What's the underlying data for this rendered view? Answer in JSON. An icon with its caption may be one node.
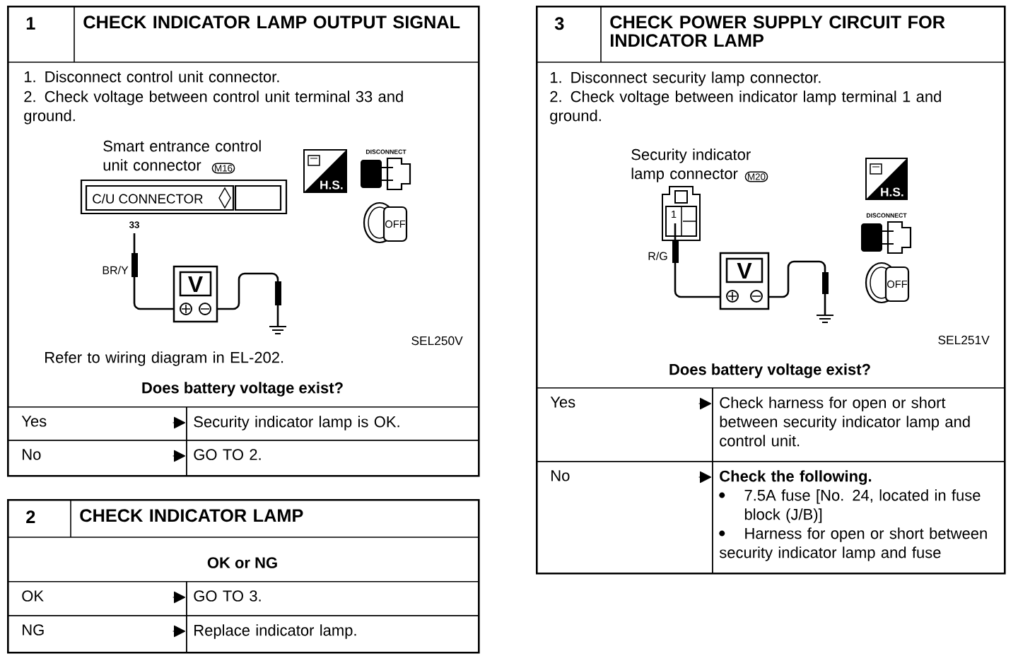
{
  "diagram": {
    "nodes": [
      {
        "text": [
          "1",
          "CHECK INDICATOR LAMP OUTPUT SIGNAL",
          "1. Disconnect control unit connector.",
          "2. Check voltage between control unit terminal 33 and ground.",
          "Refer to wiring diagram in EL-202.",
          "Does battery voltage exist?"
        ]
      },
      {
        "text": [
          "Yes"
        ],
        "in": 0
      },
      {
        "text": [
          "Security indicator lamp is OK."
        ],
        "in": 0
      },
      {
        "text": [
          "No"
        ],
        "in": 0
      },
      {
        "text": [
          "GO TO 2."
        ],
        "in": 0
      },
      {
        "text": [
          "2",
          "CHECK INDICATOR LAMP",
          "OK or NG"
        ]
      },
      {
        "text": [
          "OK"
        ],
        "in": 5
      },
      {
        "text": [
          "GO TO 3."
        ],
        "in": 5
      },
      {
        "text": [
          "NG"
        ],
        "in": 5
      },
      {
        "text": [
          "Replace indicator lamp."
        ],
        "in": 5
      },
      {
        "text": [
          "3",
          "CHECK POWER SUPPLY CIRCUIT FOR INDICATOR LAMP",
          "1. Disconnect security lamp connector.",
          "2. Check voltage between indicator lamp terminal 1 and ground.",
          "Does battery voltage exist?"
        ]
      },
      {
        "text": [
          "Yes"
        ],
        "in": 10
      },
      {
        "text": [
          "Check harness for open or short between security indicator lamp and control unit."
        ],
        "in": 10
      },
      {
        "text": [
          "No"
        ],
        "in": 10
      },
      {
        "text": [
          "Check the following.",
          "7.5A fuse [No. 24, located in fuse block (J/B)]",
          "Harness for open or short between security indicator lamp and fuse"
        ],
        "in": 10
      }
    ],
    "edges": [
      {
        "from": 1,
        "to": 2,
        "arrow": "to"
      },
      {
        "from": 3,
        "to": 4,
        "arrow": "to"
      },
      {
        "from": 6,
        "to": 7,
        "arrow": "to"
      },
      {
        "from": 8,
        "to": 9,
        "arrow": "to"
      },
      {
        "from": 11,
        "to": 12,
        "arrow": "to"
      },
      {
        "from": 13,
        "to": 14,
        "arrow": "to"
      }
    ],
    "labels": [
      "Smart entrance control unit connector",
      "M16",
      "C/U CONNECTOR",
      "33",
      "BR/Y",
      "V",
      "H.S.",
      "DISCONNECT",
      "OFF",
      "SEL250V",
      "Security indicator lamp connector",
      "M20",
      "1",
      "R/G",
      "V",
      "H.S.",
      "DISCONNECT",
      "OFF",
      "SEL251V"
    ]
  }
}
